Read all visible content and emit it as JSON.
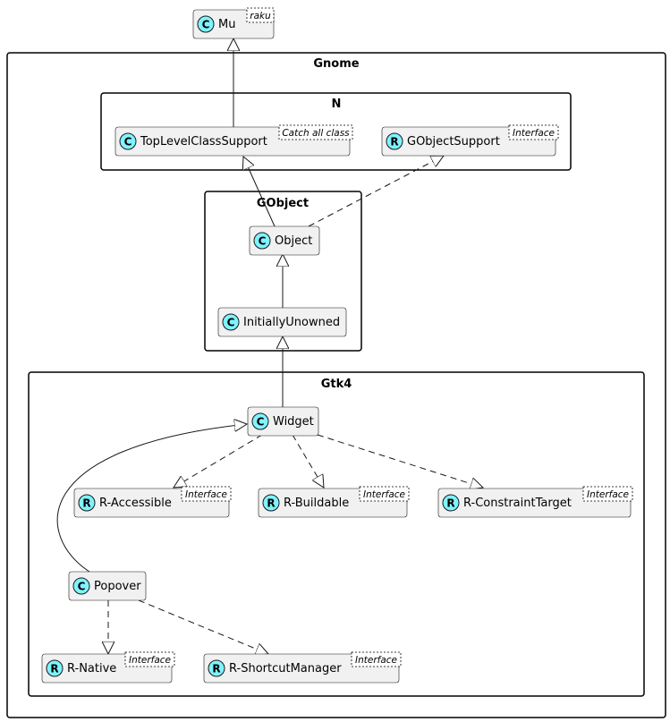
{
  "packages": {
    "gnome": "Gnome",
    "n": "N",
    "gobject": "GObject",
    "gtk4": "Gtk4"
  },
  "classes": {
    "mu": {
      "kind": "C",
      "name": "Mu",
      "stereotype": "raku"
    },
    "toplevel": {
      "kind": "C",
      "name": "TopLevelClassSupport",
      "stereotype": "Catch all class"
    },
    "gobjectsupport": {
      "kind": "R",
      "name": "GObjectSupport",
      "stereotype": "Interface"
    },
    "object": {
      "kind": "C",
      "name": "Object",
      "stereotype": ""
    },
    "initiallyunowned": {
      "kind": "C",
      "name": "InitiallyUnowned",
      "stereotype": ""
    },
    "widget": {
      "kind": "C",
      "name": "Widget",
      "stereotype": ""
    },
    "raccessible": {
      "kind": "R",
      "name": "R-Accessible",
      "stereotype": "Interface"
    },
    "rbuildable": {
      "kind": "R",
      "name": "R-Buildable",
      "stereotype": "Interface"
    },
    "rconstrainttarget": {
      "kind": "R",
      "name": "R-ConstraintTarget",
      "stereotype": "Interface"
    },
    "popover": {
      "kind": "C",
      "name": "Popover",
      "stereotype": ""
    },
    "rnative": {
      "kind": "R",
      "name": "R-Native",
      "stereotype": "Interface"
    },
    "rshortcutmanager": {
      "kind": "R",
      "name": "R-ShortcutManager",
      "stereotype": "Interface"
    }
  },
  "colors": {
    "class_fill": "#F1F1F1",
    "class_border": "#181818",
    "badge_fill": "#ADD1B2",
    "interface_badge_fill": "#B4A7E5"
  }
}
